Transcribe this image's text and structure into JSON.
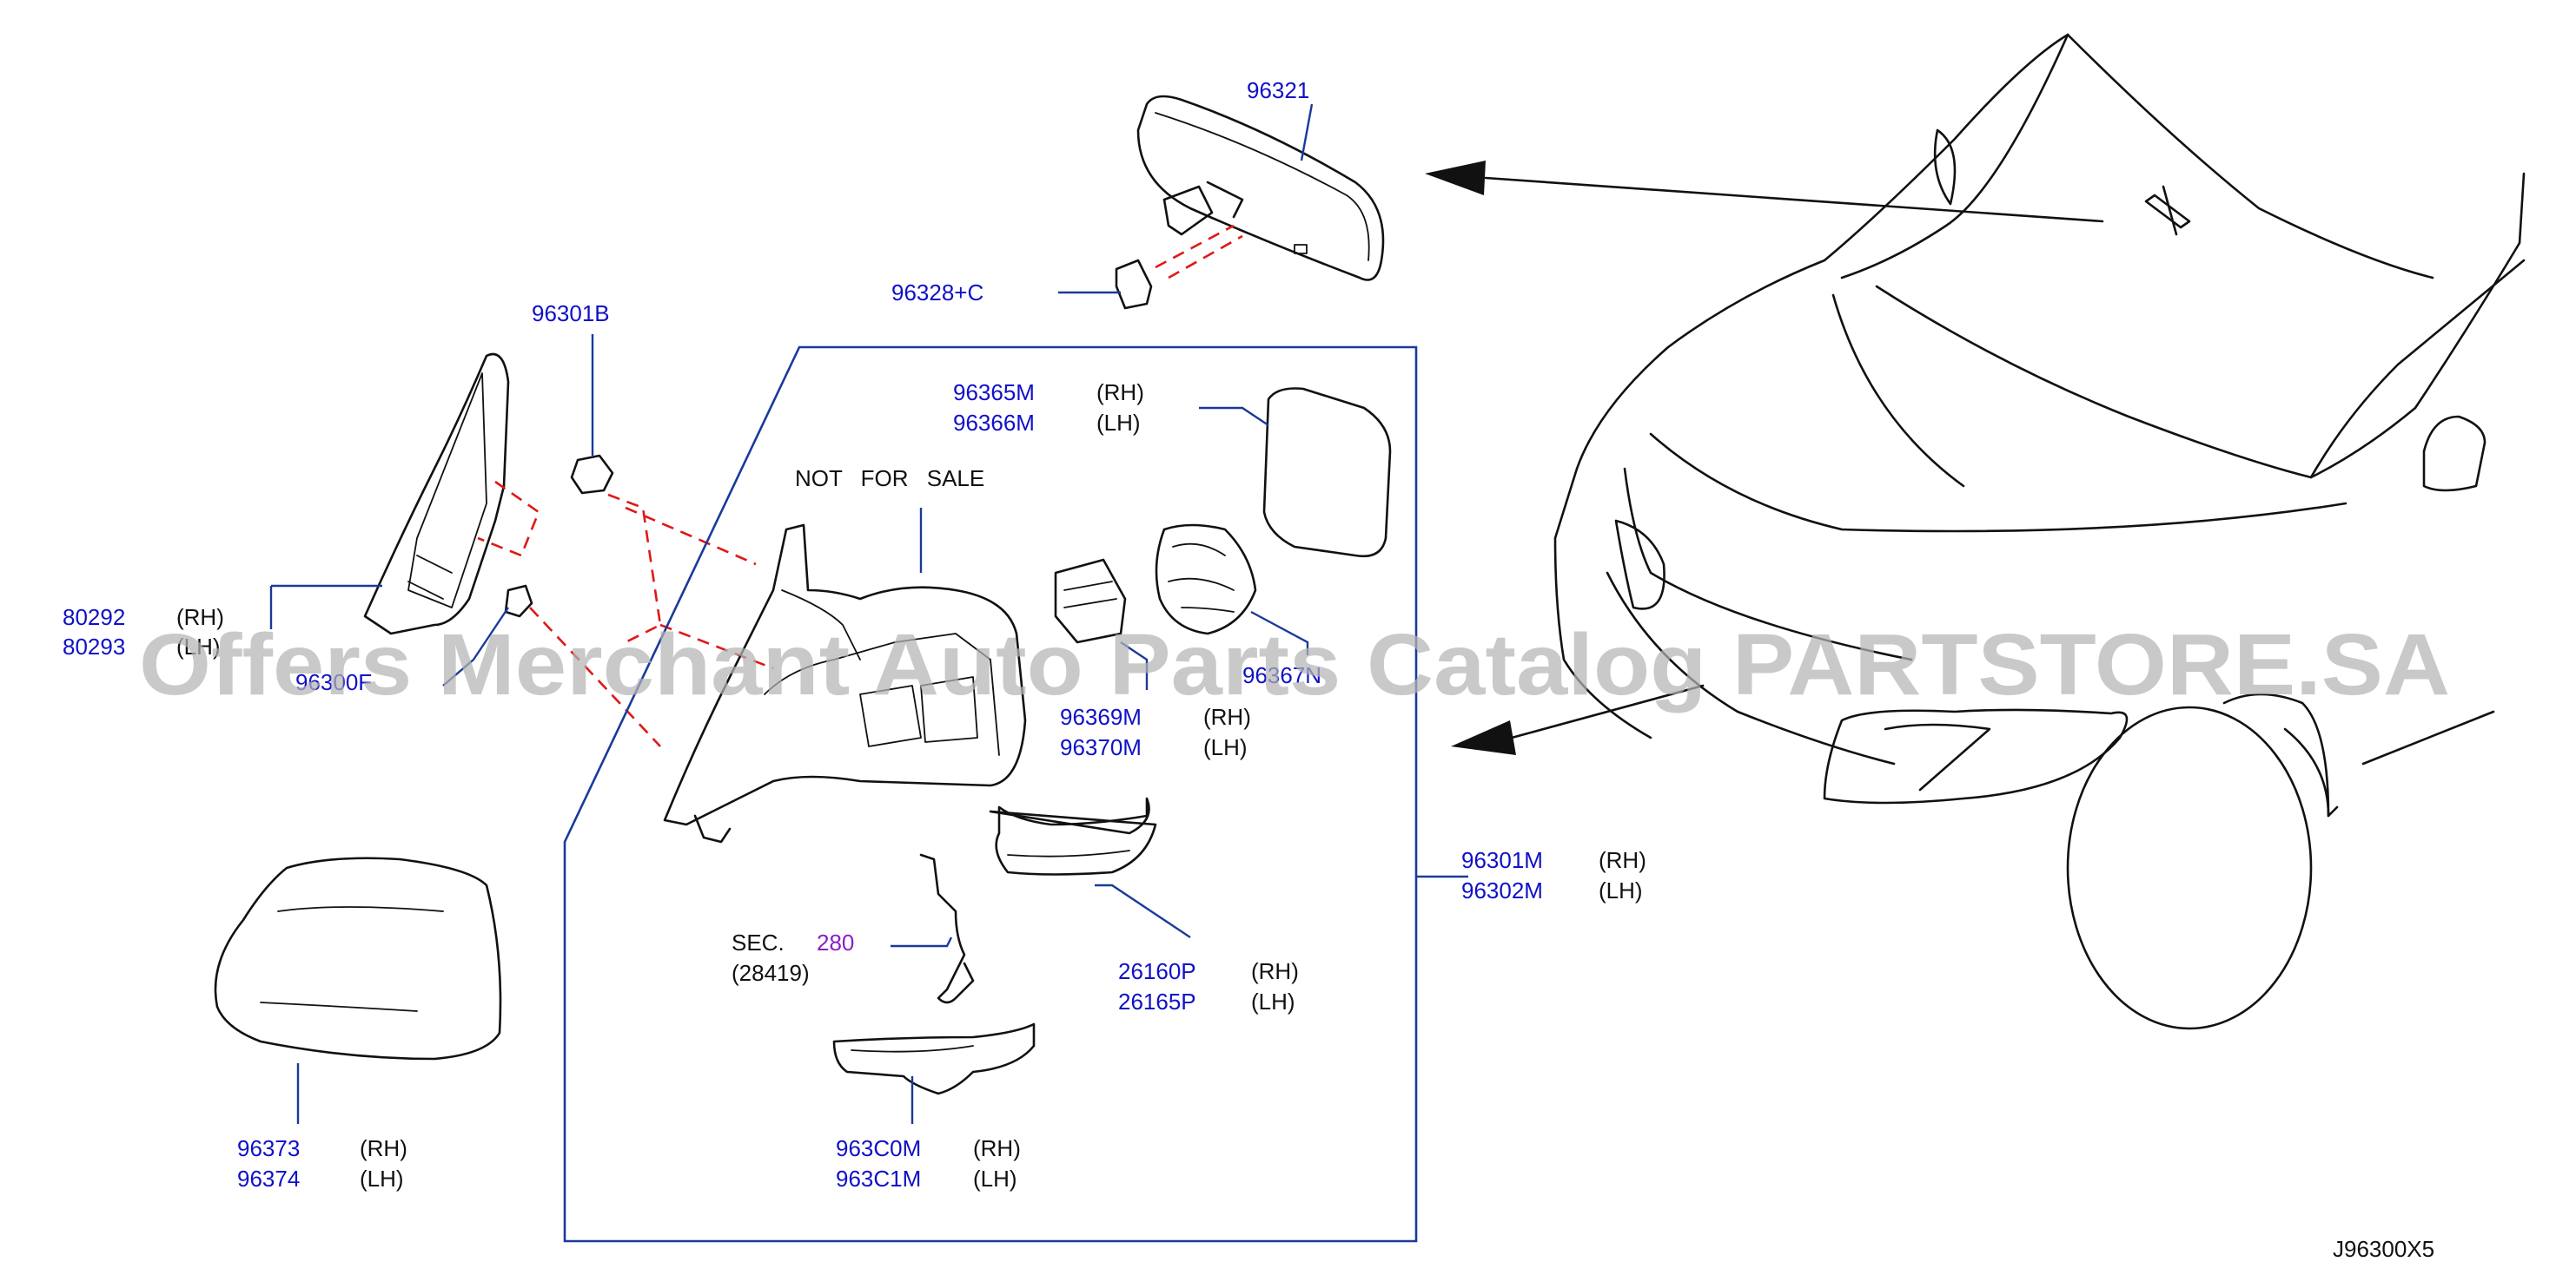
{
  "parts": {
    "p96321": "96321",
    "p96328c": "96328+C",
    "p96301b": "96301B",
    "p80292": "80292",
    "p80293": "80293",
    "p96300f": "96300F",
    "p96365m": "96365M",
    "p96366m": "96366M",
    "p96369m": "96369M",
    "p96370m": "96370M",
    "p96367n": "96367N",
    "p96301m": "96301M",
    "p96302m": "96302M",
    "p26160p": "26160P",
    "p26165p": "26165P",
    "p963c0m": "963C0M",
    "p963c1m": "963C1M",
    "p96373": "96373",
    "p96374": "96374"
  },
  "side": {
    "rh": "(RH)",
    "lh": "(LH)"
  },
  "notes": {
    "not_for_sale": "NOT FOR SALE",
    "sec_prefix": "SEC.",
    "sec_number": "280",
    "sec_ref": "(28419)"
  },
  "watermark": "Offers Merchant Auto Parts Catalog PARTSTORE.SA",
  "diagram_code": "J96300X5",
  "colors": {
    "part_number": "#1010c8",
    "section_link": "#8a1ec8",
    "leader_line": "#1a3a9a",
    "dashed_connector": "#e01818"
  }
}
